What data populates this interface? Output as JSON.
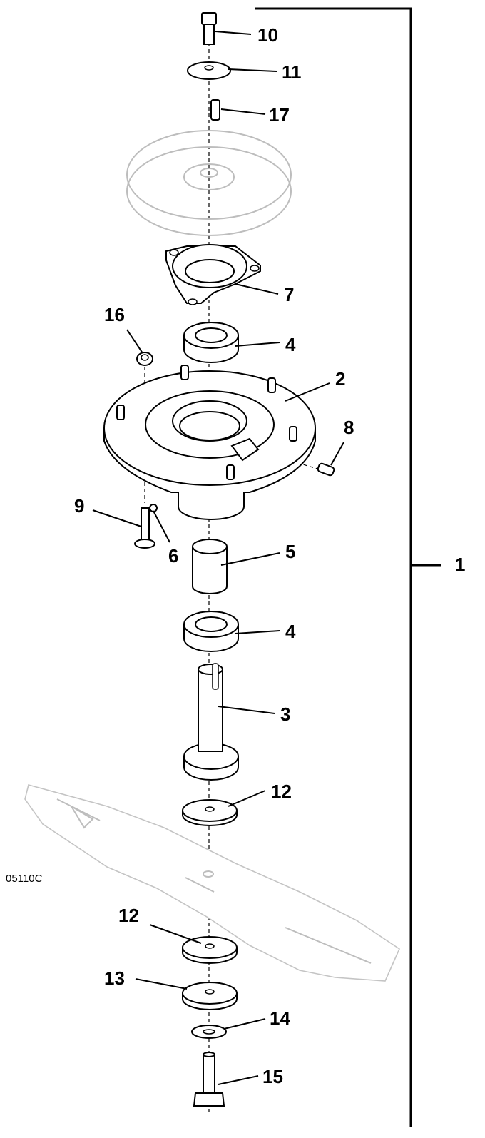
{
  "figure_id": "05110C",
  "callouts": [
    {
      "key": "c10",
      "label": "10"
    },
    {
      "key": "c11",
      "label": "11"
    },
    {
      "key": "c17",
      "label": "17"
    },
    {
      "key": "c7",
      "label": "7"
    },
    {
      "key": "c16",
      "label": "16"
    },
    {
      "key": "c4a",
      "label": "4"
    },
    {
      "key": "c2",
      "label": "2"
    },
    {
      "key": "c8",
      "label": "8"
    },
    {
      "key": "c9",
      "label": "9"
    },
    {
      "key": "c6",
      "label": "6"
    },
    {
      "key": "c5",
      "label": "5"
    },
    {
      "key": "c1",
      "label": "1"
    },
    {
      "key": "c4b",
      "label": "4"
    },
    {
      "key": "c3",
      "label": "3"
    },
    {
      "key": "c12a",
      "label": "12"
    },
    {
      "key": "c12b",
      "label": "12"
    },
    {
      "key": "c13",
      "label": "13"
    },
    {
      "key": "c14",
      "label": "14"
    },
    {
      "key": "c15",
      "label": "15"
    }
  ]
}
